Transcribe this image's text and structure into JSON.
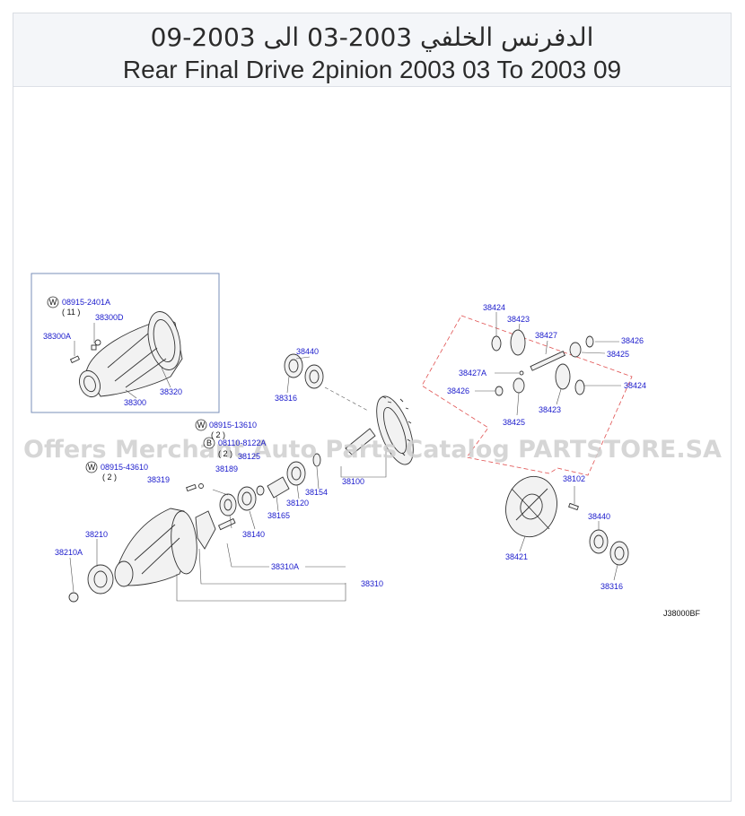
{
  "header": {
    "title_ar": "الدفرنس الخلفي 2003-03 الى 2003-09",
    "title_en": "Rear Final Drive 2pinion 2003 03 To 2003 09"
  },
  "watermark": "Offers Merchant Auto Parts Catalog PARTSTORE.SA",
  "diagram_code": "J38000BF",
  "callouts": {
    "p08915_2401A": "08915-2401A",
    "qty_11": "( 11 )",
    "p38300D": "38300D",
    "p38300A": "38300A",
    "p38320": "38320",
    "p38300": "38300",
    "p38440_a": "38440",
    "p38316_a": "38316",
    "p08915_13610": "08915-13610",
    "qty_2_a": "( 2 )",
    "p08110_8122A": "08110-8122A",
    "qty_2_b": "( 2 )",
    "p38125": "38125",
    "p08915_43610": "08915-43610",
    "qty_2_c": "( 2 )",
    "p38319": "38319",
    "p38189": "38189",
    "p38140": "38140",
    "p38165": "38165",
    "p38120": "38120",
    "p38154": "38154",
    "p38100": "38100",
    "p38210": "38210",
    "p38210A": "38210A",
    "p38310A": "38310A",
    "p38310": "38310",
    "p38424_a": "38424",
    "p38423_a": "38423",
    "p38427": "38427",
    "p38426_a": "38426",
    "p38425_a": "38425",
    "p38427A": "38427A",
    "p38426_b": "38426",
    "p38424_b": "38424",
    "p38423_b": "38423",
    "p38425_b": "38425",
    "p38102": "38102",
    "p38440_b": "38440",
    "p38421": "38421",
    "p38316_b": "38316"
  },
  "washer_symbol": "W",
  "colors": {
    "link": "#1a1acc",
    "header_bg": "#f4f6f9",
    "inset_border": "#7a8fb8",
    "dashed_box": "#e05050"
  }
}
